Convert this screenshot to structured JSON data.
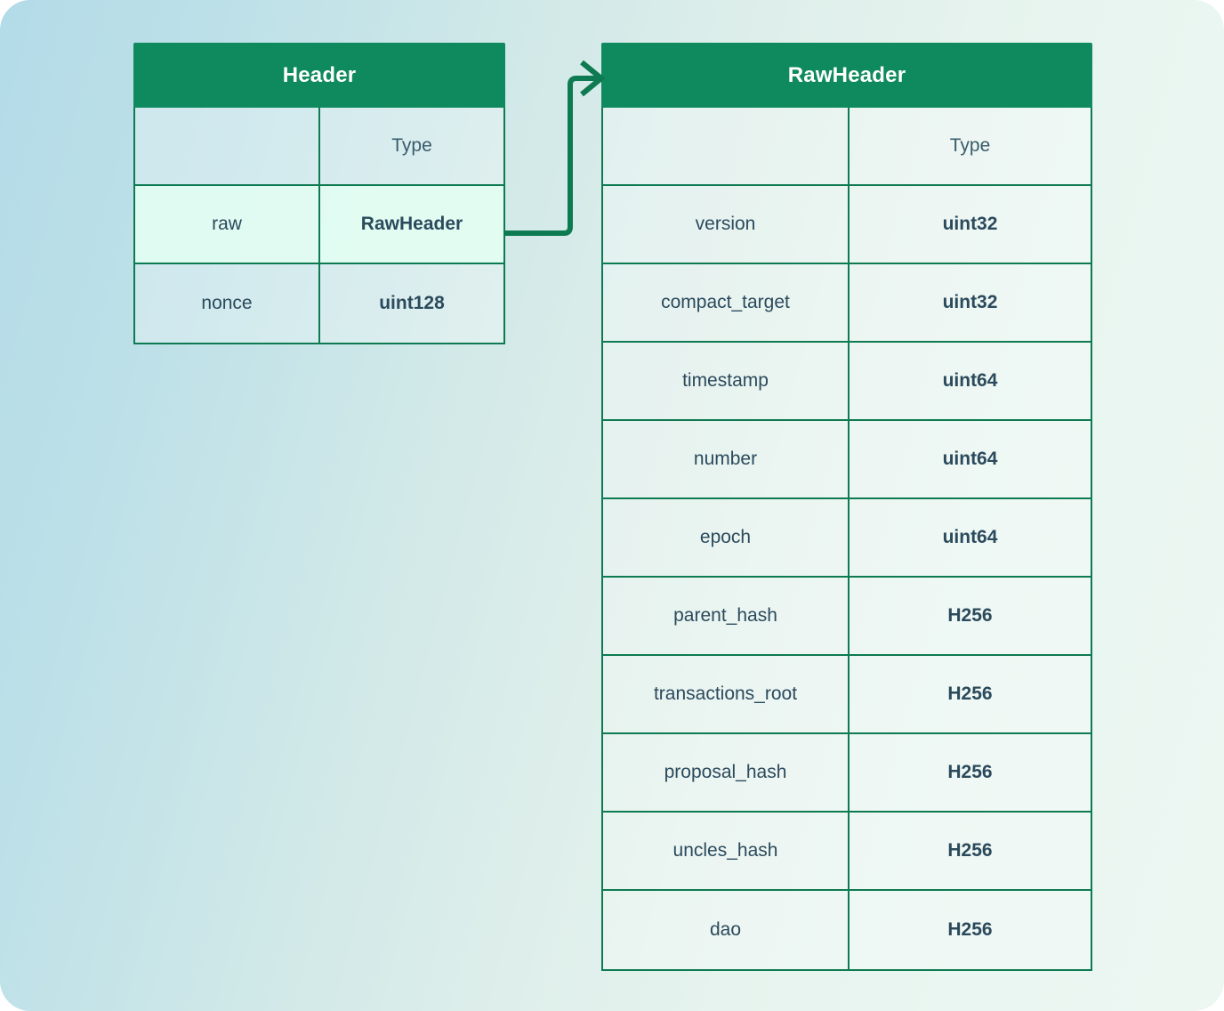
{
  "theme": {
    "header_green": "#0e8a5e",
    "border_green": "#0e7a52",
    "text_dark": "#2b4a5c",
    "highlight_row": "#e5fff3",
    "bg_gradient_from": "#b3dbe8",
    "bg_gradient_to": "#ecf7f2",
    "connector_color": "#0e7a52"
  },
  "diagram": {
    "kind": "entity-relationship",
    "tables": [
      {
        "id": "header",
        "title": "Header",
        "columns": [
          "",
          "Type"
        ],
        "rows": [
          {
            "name": "raw",
            "type": "RawHeader",
            "highlight": true
          },
          {
            "name": "nonce",
            "type": "uint128",
            "highlight": false
          }
        ]
      },
      {
        "id": "rawheader",
        "title": "RawHeader",
        "columns": [
          "",
          "Type"
        ],
        "rows": [
          {
            "name": "version",
            "type": "uint32",
            "highlight": false
          },
          {
            "name": "compact_target",
            "type": "uint32",
            "highlight": false
          },
          {
            "name": "timestamp",
            "type": "uint64",
            "highlight": false
          },
          {
            "name": "number",
            "type": "uint64",
            "highlight": false
          },
          {
            "name": "epoch",
            "type": "uint64",
            "highlight": false
          },
          {
            "name": "parent_hash",
            "type": "H256",
            "highlight": false
          },
          {
            "name": "transactions_root",
            "type": "H256",
            "highlight": false
          },
          {
            "name": "proposal_hash",
            "type": "H256",
            "highlight": false
          },
          {
            "name": "uncles_hash",
            "type": "H256",
            "highlight": false
          },
          {
            "name": "dao",
            "type": "H256",
            "highlight": false
          }
        ]
      }
    ],
    "connectors": [
      {
        "id": "raw-to-rawheader",
        "from_table": "header",
        "from_row": "raw",
        "to_table": "rawheader",
        "to_anchor": "title",
        "arrowhead": "open-arrow-right"
      }
    ]
  }
}
